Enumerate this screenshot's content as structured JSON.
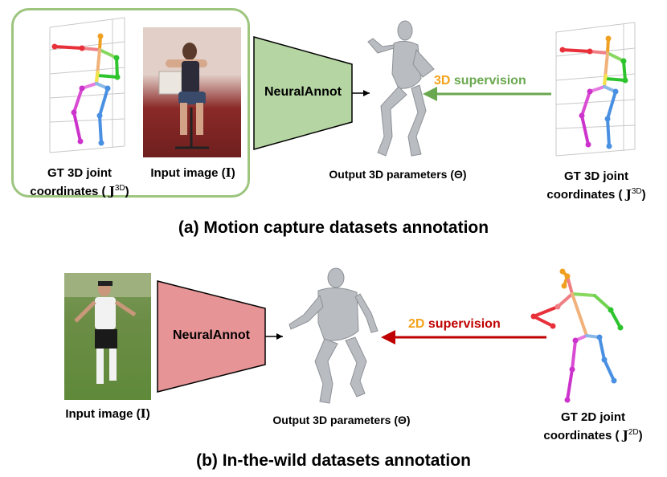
{
  "panel_a": {
    "gt_label_line1": "GT 3D joint",
    "gt_label_line2": "coordinates (",
    "gt_symbol": "J",
    "gt_sup": "3D",
    "gt_close": ")",
    "input_label": "Input image (",
    "input_symbol": "I",
    "input_close": ")",
    "network_label": "NeuralAnnot",
    "output_label": "Output 3D parameters (Θ)",
    "supervision_prefix": "3D",
    "supervision_word": "supervision",
    "right_gt_line1": "GT 3D joint",
    "right_gt_line2": "coordinates (",
    "right_gt_symbol": "J",
    "right_gt_sup": "3D",
    "right_gt_close": ")",
    "caption": "(a) Motion capture datasets annotation"
  },
  "panel_b": {
    "input_label": "Input image (",
    "input_symbol": "I",
    "input_close": ")",
    "network_label": "NeuralAnnot",
    "output_label": "Output 3D parameters (Θ)",
    "supervision_prefix": "2D",
    "supervision_word": "supervision",
    "gt_line1": "GT 2D joint",
    "gt_line2": "coordinates (",
    "gt_symbol": "J",
    "gt_sup": "2D",
    "gt_close": ")",
    "caption": "(b) In-the-wild datasets annotation"
  },
  "colors": {
    "green_box_border": "#9dc57e",
    "network_a_fill": "#b5d6a3",
    "network_b_fill": "#e79496",
    "supervision_a_arrow": "#6aa84f",
    "supervision_a_prefix": "#f4a21b",
    "supervision_b_arrow": "#c00000",
    "supervision_b_prefix": "#f4a21b",
    "body_mesh": "#b9bdc2"
  }
}
